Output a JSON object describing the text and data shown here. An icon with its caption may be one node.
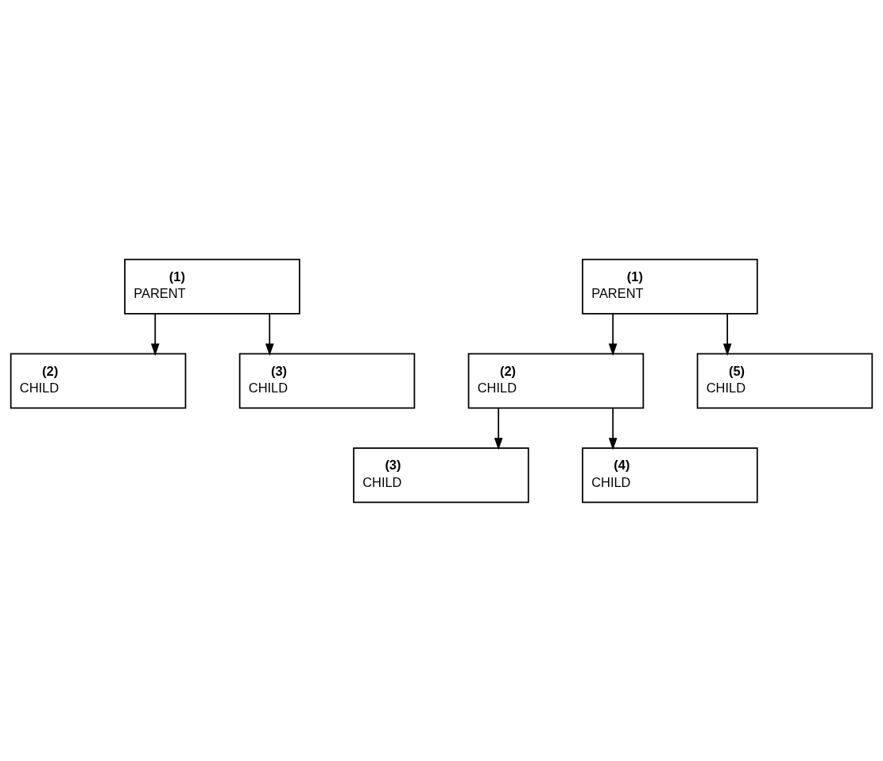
{
  "diagram": {
    "nodes": [
      {
        "text": [
          "(1)",
          "PARENT"
        ]
      },
      {
        "text": [
          "(2)",
          "CHILD"
        ]
      },
      {
        "text": [
          "(3)",
          "CHILD"
        ]
      },
      {
        "text": [
          "(1)",
          "PARENT"
        ]
      },
      {
        "text": [
          "(2)",
          "CHILD"
        ]
      },
      {
        "text": [
          "(5)",
          "CHILD"
        ]
      },
      {
        "text": [
          "(3)",
          "CHILD"
        ]
      },
      {
        "text": [
          "(4)",
          "CHILD"
        ]
      }
    ],
    "edges": [
      {
        "from": 0,
        "to": 1,
        "arrow": "to"
      },
      {
        "from": 0,
        "to": 2,
        "arrow": "to"
      },
      {
        "from": 3,
        "to": 4,
        "arrow": "to"
      },
      {
        "from": 3,
        "to": 5,
        "arrow": "to"
      },
      {
        "from": 4,
        "to": 6,
        "arrow": "to"
      },
      {
        "from": 4,
        "to": 7,
        "arrow": "to"
      }
    ]
  }
}
